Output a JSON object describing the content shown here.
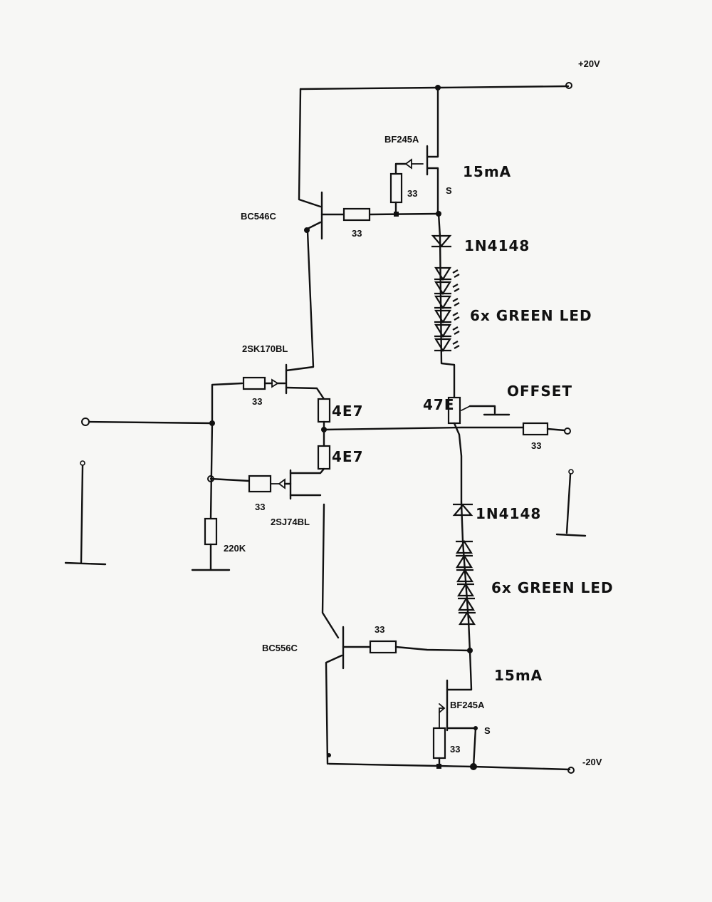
{
  "labels": {
    "supply_pos": "+20V",
    "supply_neg": "-20V",
    "q_top_jfet": "BF245A",
    "q_top_jfet_s": "S",
    "q_top_jfet_r": "33",
    "q_top_current": "15mA",
    "q_top_bjt": "BC546C",
    "q_top_bjt_base_r": "33",
    "d_top_diode": "1N4148",
    "d_top_leds": "6x GREEN LED",
    "q_input_n": "2SK170BL",
    "q_input_n_gate_r": "33",
    "r_source_top": "4E7",
    "r_source_bot": "4E7",
    "pot": "47E",
    "offset": "OFFSET",
    "r_output": "33",
    "q_input_p": "2SJ74BL",
    "q_input_p_gate_r": "33",
    "r_input_bias": "220K",
    "d_bot_diode": "1N4148",
    "d_bot_leds": "6x GREEN LED",
    "q_bot_bjt": "BC556C",
    "q_bot_bjt_base_r": "33",
    "q_bot_current": "15mA",
    "q_bot_jfet": "BF245A",
    "q_bot_jfet_s": "S",
    "q_bot_jfet_r": "33"
  }
}
